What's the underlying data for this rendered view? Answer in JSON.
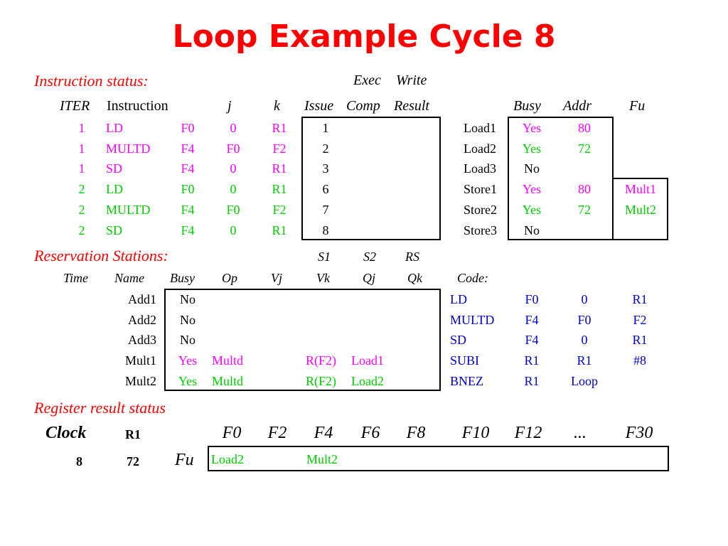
{
  "title": "Loop Example Cycle 8",
  "colors": {
    "title": "#ff0000",
    "magenta": "#ff00ff",
    "green": "#00cc00",
    "blue": "#0000cc",
    "black": "#000000"
  },
  "instruction_status": {
    "section_label": "Instruction status:",
    "exec_label": "Exec",
    "write_label": "Write",
    "headers": {
      "iter": "ITER",
      "instruction": "Instruction",
      "j": "j",
      "k": "k",
      "issue": "Issue",
      "comp": "Comp",
      "result": "Result"
    },
    "rows": [
      {
        "iter": "1",
        "op": "LD",
        "dest": "F0",
        "j": "0",
        "k": "R1",
        "issue": "1",
        "color": "#ff00ff"
      },
      {
        "iter": "1",
        "op": "MULTD",
        "dest": "F4",
        "j": "F0",
        "k": "F2",
        "issue": "2",
        "color": "#ff00ff"
      },
      {
        "iter": "1",
        "op": "SD",
        "dest": "F4",
        "j": "0",
        "k": "R1",
        "issue": "3",
        "color": "#ff00ff"
      },
      {
        "iter": "2",
        "op": "LD",
        "dest": "F0",
        "j": "0",
        "k": "R1",
        "issue": "6",
        "color": "#00cc00"
      },
      {
        "iter": "2",
        "op": "MULTD",
        "dest": "F4",
        "j": "F0",
        "k": "F2",
        "issue": "7",
        "color": "#00cc00"
      },
      {
        "iter": "2",
        "op": "SD",
        "dest": "F4",
        "j": "0",
        "k": "R1",
        "issue": "8",
        "color": "#00cc00"
      }
    ]
  },
  "load_store_buffers": {
    "headers": {
      "busy": "Busy",
      "addr": "Addr",
      "fu": "Fu"
    },
    "rows": [
      {
        "name": "Load1",
        "busy": "Yes",
        "addr": "80",
        "fu": "",
        "color": "#ff00ff"
      },
      {
        "name": "Load2",
        "busy": "Yes",
        "addr": "72",
        "fu": "",
        "color": "#00cc00"
      },
      {
        "name": "Load3",
        "busy": "No",
        "addr": "",
        "fu": "",
        "color": "#000000"
      },
      {
        "name": "Store1",
        "busy": "Yes",
        "addr": "80",
        "fu": "Mult1",
        "color": "#ff00ff"
      },
      {
        "name": "Store2",
        "busy": "Yes",
        "addr": "72",
        "fu": "Mult2",
        "color": "#00cc00"
      },
      {
        "name": "Store3",
        "busy": "No",
        "addr": "",
        "fu": "",
        "color": "#000000"
      }
    ]
  },
  "reservation_stations": {
    "section_label": "Reservation Stations:",
    "top_headers": {
      "s1": "S1",
      "s2": "S2",
      "rs": "RS"
    },
    "headers": {
      "time": "Time",
      "name": "Name",
      "busy": "Busy",
      "op": "Op",
      "vj": "Vj",
      "vk": "Vk",
      "qj": "Qj",
      "qk": "Qk"
    },
    "rows": [
      {
        "name": "Add1",
        "busy": "No",
        "op": "",
        "vj": "",
        "vk": "",
        "qj": "",
        "qk": "",
        "color": "#000000"
      },
      {
        "name": "Add2",
        "busy": "No",
        "op": "",
        "vj": "",
        "vk": "",
        "qj": "",
        "qk": "",
        "color": "#000000"
      },
      {
        "name": "Add3",
        "busy": "No",
        "op": "",
        "vj": "",
        "vk": "",
        "qj": "",
        "qk": "",
        "color": "#000000"
      },
      {
        "name": "Mult1",
        "busy": "Yes",
        "op": "Multd",
        "vj": "",
        "vk": "R(F2)",
        "qj": "Load1",
        "qk": "",
        "color": "#ff00ff"
      },
      {
        "name": "Mult2",
        "busy": "Yes",
        "op": "Multd",
        "vj": "",
        "vk": "R(F2)",
        "qj": "Load2",
        "qk": "",
        "color": "#00cc00"
      }
    ]
  },
  "code": {
    "label": "Code:",
    "rows": [
      {
        "op": "LD",
        "a": "F0",
        "b": "0",
        "c": "R1"
      },
      {
        "op": "MULTD",
        "a": "F4",
        "b": "F0",
        "c": "F2"
      },
      {
        "op": "SD",
        "a": "F4",
        "b": "0",
        "c": "R1"
      },
      {
        "op": "SUBI",
        "a": "R1",
        "b": "R1",
        "c": "#8"
      },
      {
        "op": "BNEZ",
        "a": "R1",
        "b": "Loop",
        "c": ""
      }
    ]
  },
  "register_result_status": {
    "section_label": "Register result status",
    "clock_label": "Clock",
    "r1_label": "R1",
    "clock_value": "8",
    "r1_value": "72",
    "fu_label": "Fu",
    "registers": [
      "F0",
      "F2",
      "F4",
      "F6",
      "F8",
      "F10",
      "F12",
      "...",
      "F30"
    ],
    "fu_values": [
      "Load2",
      "",
      "Mult2",
      "",
      "",
      "",
      "",
      "",
      ""
    ],
    "fu_color": "#00cc00"
  }
}
